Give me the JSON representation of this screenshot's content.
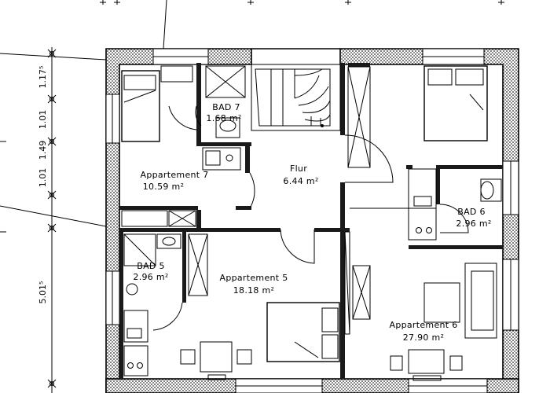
{
  "rooms": {
    "appartement7": {
      "name": "Appartement 7",
      "area": "10.59 m²"
    },
    "bad7": {
      "name": "BAD 7",
      "area": "1.68 m²"
    },
    "flur": {
      "name": "Flur",
      "area": "6.44 m²"
    },
    "bad6": {
      "name": "BAD 6",
      "area": "2.96 m²"
    },
    "bad5": {
      "name": "BAD 5",
      "area": "2.96 m²"
    },
    "appartement5": {
      "name": "Appartement 5",
      "area": "18.18 m²"
    },
    "appartement6": {
      "name": "Appartement 6",
      "area": "27.90 m²"
    }
  },
  "dimensions": {
    "d1": "1.17⁵",
    "d2": "1.01",
    "d3": "1.49",
    "d4": "1.01",
    "d5": "5.01⁵"
  }
}
